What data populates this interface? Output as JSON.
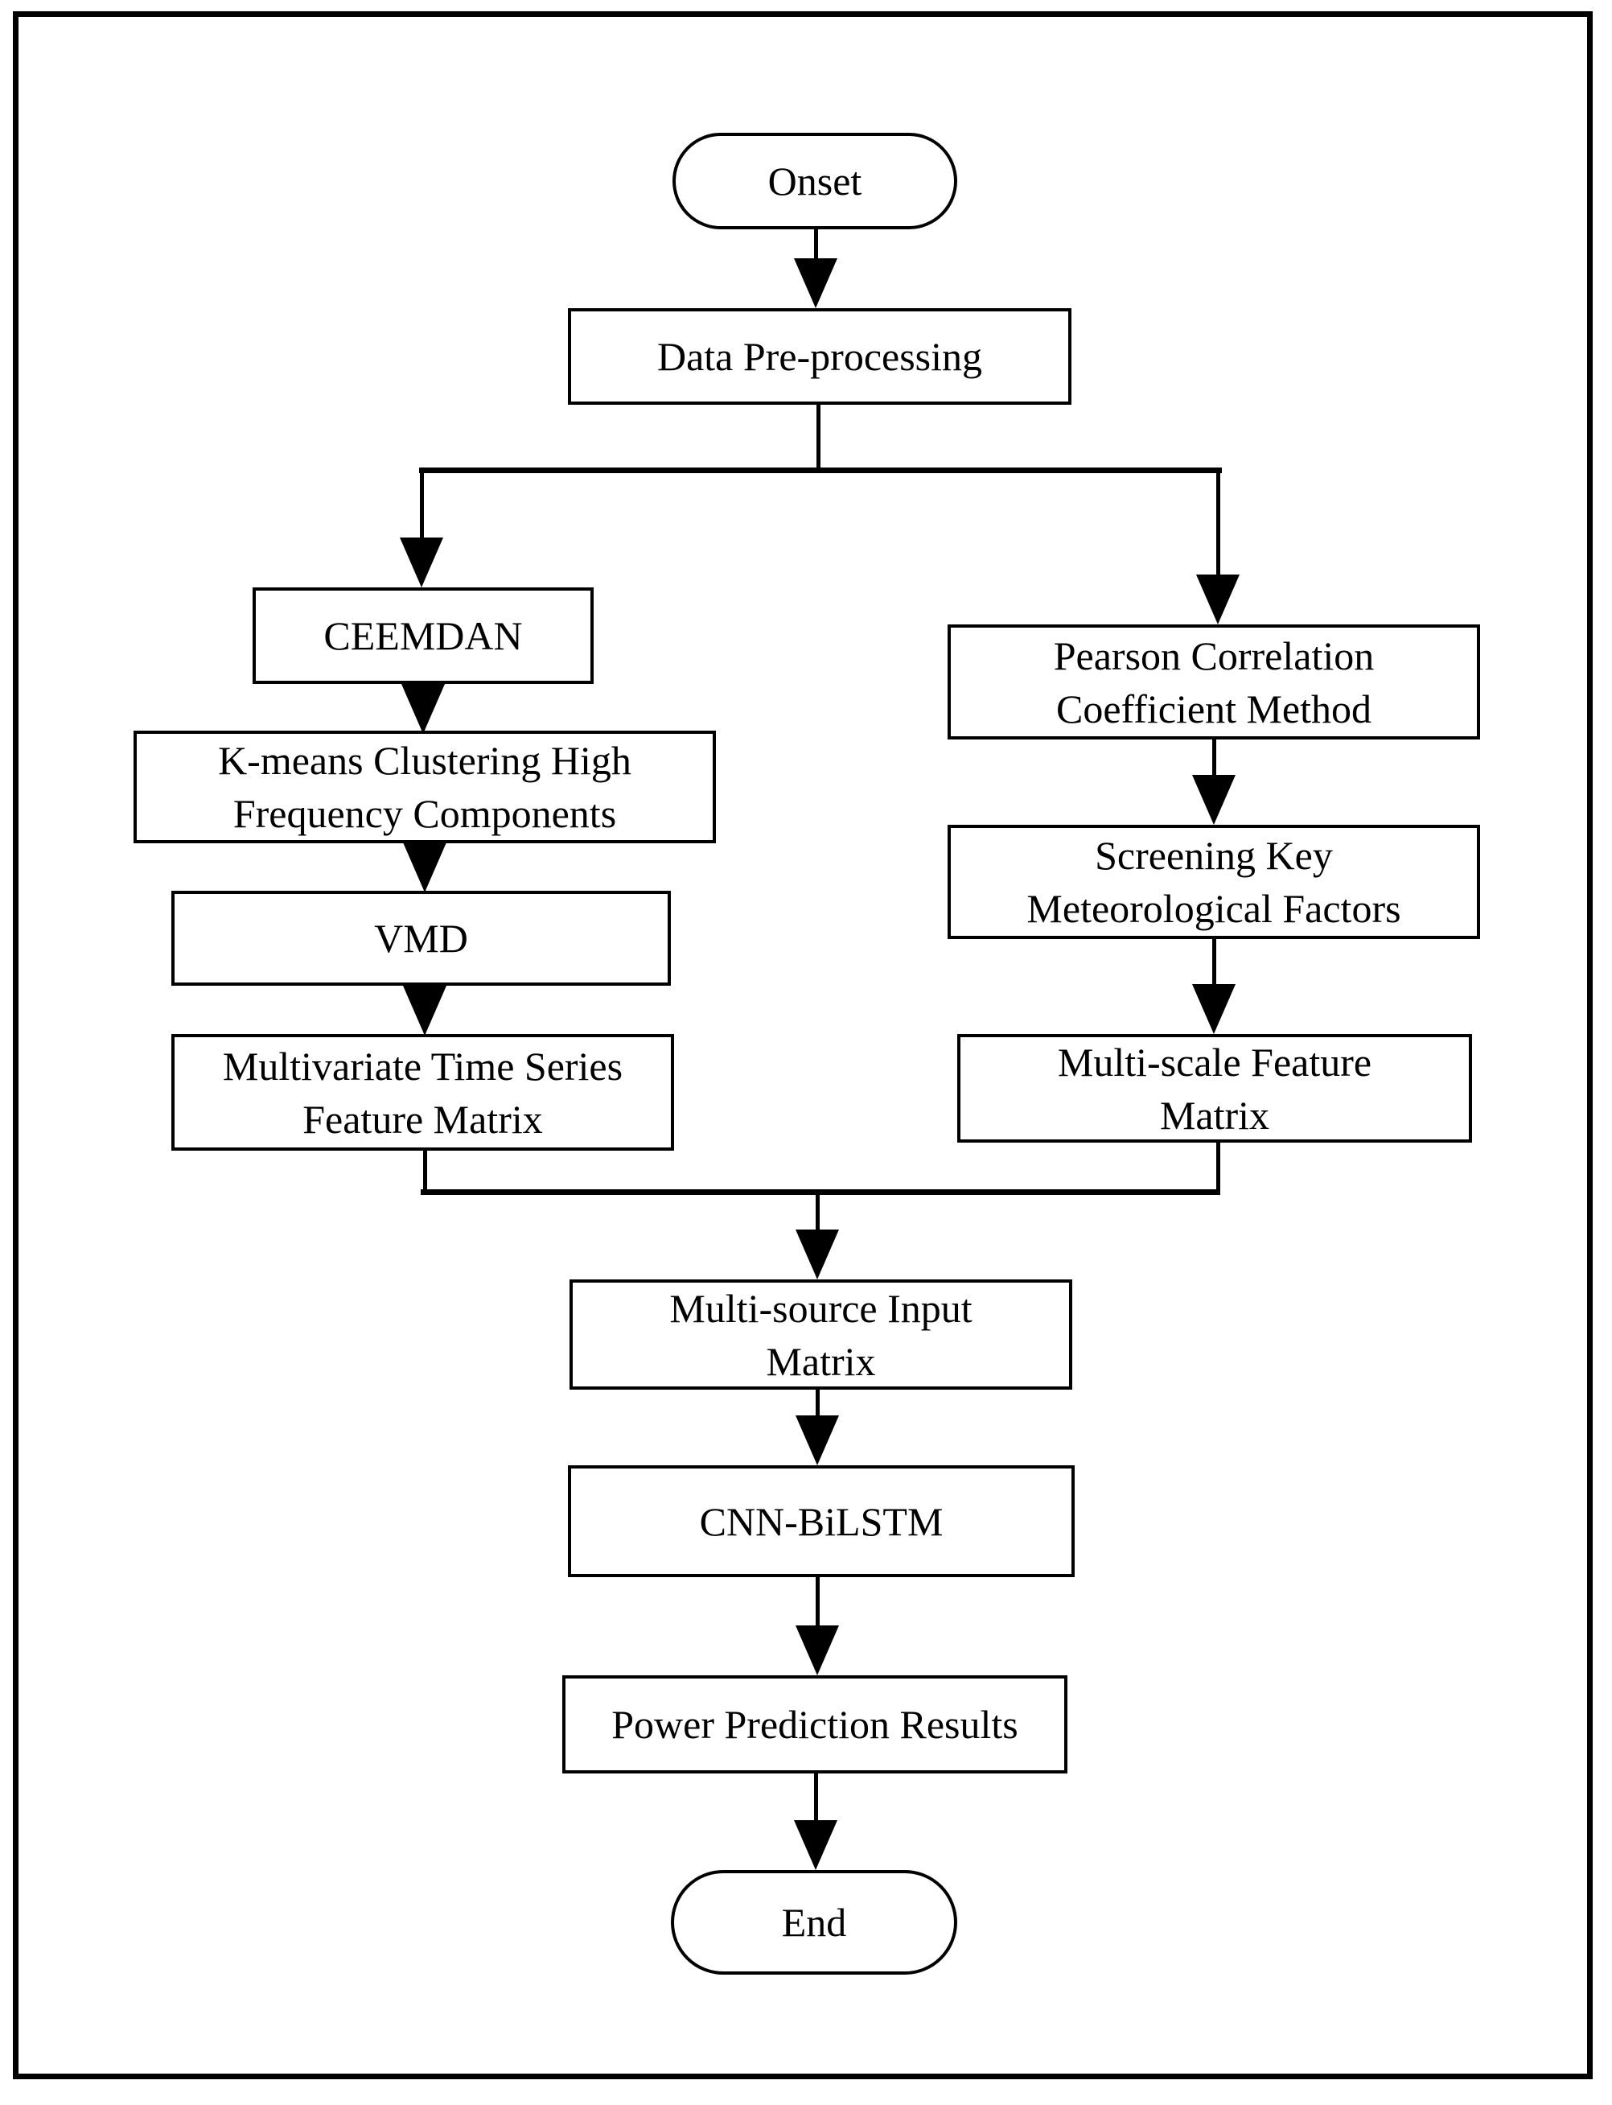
{
  "diagram": {
    "type": "flowchart",
    "colors": {
      "line": "#000000",
      "background": "#ffffff",
      "node_fill": "#ffffff"
    },
    "nodes": [
      {
        "id": "onset",
        "shape": "stadium",
        "label": "Onset"
      },
      {
        "id": "data-preprocessing",
        "shape": "rect",
        "label": "Data Pre-processing"
      },
      {
        "id": "ceemdan",
        "shape": "rect",
        "label": "CEEMDAN"
      },
      {
        "id": "kmeans",
        "shape": "rect",
        "label": "K-means Clustering High\nFrequency Components"
      },
      {
        "id": "vmd",
        "shape": "rect",
        "label": "VMD"
      },
      {
        "id": "multivariate",
        "shape": "rect",
        "label": "Multivariate Time Series\nFeature Matrix"
      },
      {
        "id": "pearson",
        "shape": "rect",
        "label": "Pearson Correlation\nCoefficient Method"
      },
      {
        "id": "screening",
        "shape": "rect",
        "label": "Screening Key\nMeteorological Factors"
      },
      {
        "id": "multiscale",
        "shape": "rect",
        "label": "Multi-scale Feature\nMatrix"
      },
      {
        "id": "multisource",
        "shape": "rect",
        "label": "Multi-source Input\nMatrix"
      },
      {
        "id": "cnn-bilstm",
        "shape": "rect",
        "label": "CNN-BiLSTM"
      },
      {
        "id": "power",
        "shape": "rect",
        "label": "Power Prediction Results"
      },
      {
        "id": "end",
        "shape": "stadium",
        "label": "End"
      }
    ],
    "edges": [
      {
        "from": "onset",
        "to": "data-preprocessing"
      },
      {
        "from": "data-preprocessing",
        "to": "ceemdan"
      },
      {
        "from": "data-preprocessing",
        "to": "pearson"
      },
      {
        "from": "ceemdan",
        "to": "kmeans"
      },
      {
        "from": "kmeans",
        "to": "vmd"
      },
      {
        "from": "vmd",
        "to": "multivariate"
      },
      {
        "from": "pearson",
        "to": "screening"
      },
      {
        "from": "screening",
        "to": "multiscale"
      },
      {
        "from": "multivariate",
        "to": "multisource"
      },
      {
        "from": "multiscale",
        "to": "multisource"
      },
      {
        "from": "multisource",
        "to": "cnn-bilstm"
      },
      {
        "from": "cnn-bilstm",
        "to": "power"
      },
      {
        "from": "power",
        "to": "end"
      }
    ]
  }
}
